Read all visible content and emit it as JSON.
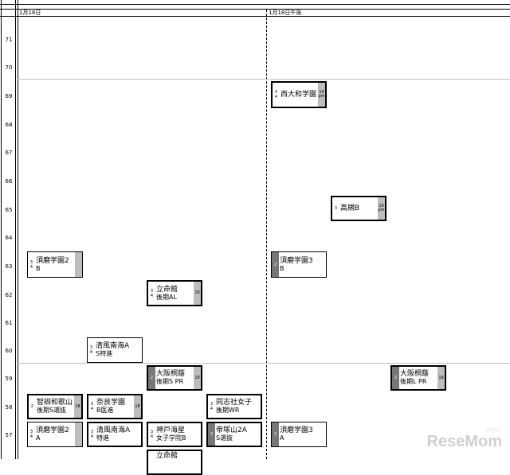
{
  "headers": {
    "left": "1月18日",
    "right": "1月18日午後"
  },
  "rows": [
    "71",
    "70",
    "69",
    "68",
    "67",
    "66",
    "65",
    "64",
    "63",
    "62",
    "61",
    "60",
    "59",
    "58",
    "57"
  ],
  "cards": [
    {
      "id": "c1",
      "l1": "西大和学園",
      "l2": "",
      "left": [
        "3",
        "4"
      ],
      "right": [
        "19",
        "pm"
      ]
    },
    {
      "id": "c2",
      "l1": "高槻B",
      "l2": "",
      "left": [
        "3"
      ],
      "right": [
        "19",
        "pm"
      ]
    },
    {
      "id": "c3",
      "l1": "須磨学園2",
      "l2": "B",
      "left": [
        "3",
        "4"
      ],
      "right": []
    },
    {
      "id": "c4",
      "l1": "須磨学園3",
      "l2": "B",
      "left": [
        "2"
      ],
      "right": []
    },
    {
      "id": "c5",
      "l1": "立命館",
      "l2": "後期AL",
      "left": [
        "3",
        "4"
      ],
      "right": [
        "18"
      ]
    },
    {
      "id": "c6",
      "l1": "清風南海A",
      "l2": "S特進",
      "left": [
        "3",
        "4"
      ],
      "right": []
    },
    {
      "id": "c7",
      "l1": "大阪桐蔭",
      "l2": "後期S PR",
      "left": [
        "2"
      ],
      "right": [
        "18"
      ]
    },
    {
      "id": "c8",
      "l1": "大阪桐蔭",
      "l2": "後期L PR",
      "left": [
        "2"
      ],
      "right": [
        "18"
      ]
    },
    {
      "id": "c9",
      "l1": "智辯和歌山",
      "l2": "後期S選抜",
      "left": [
        "2"
      ],
      "right": [
        "18"
      ]
    },
    {
      "id": "c10",
      "l1": "奈良学園",
      "l2": "B医進",
      "left": [
        "3",
        "4"
      ],
      "right": [
        "18"
      ]
    },
    {
      "id": "c11",
      "l1": "同志社女子",
      "l2": "後期WR",
      "left": [
        "3",
        "4"
      ],
      "right": []
    },
    {
      "id": "c12",
      "l1": "須磨学園2",
      "l2": "A",
      "left": [
        "3",
        "4"
      ],
      "right": []
    },
    {
      "id": "c13",
      "l1": "清風南海A",
      "l2": "特進",
      "left": [
        "3",
        "4"
      ],
      "right": []
    },
    {
      "id": "c14",
      "l1": "神戸海星",
      "l2": "女子学院B",
      "left": [
        "3",
        "4"
      ],
      "right": []
    },
    {
      "id": "c15",
      "l1": "帝塚山2A",
      "l2": "S選抜",
      "left": [
        "3"
      ],
      "right": []
    },
    {
      "id": "c16",
      "l1": "須磨学園3",
      "l2": "A",
      "left": [
        "2"
      ],
      "right": []
    },
    {
      "id": "c17",
      "l1": "立命館",
      "l2": "",
      "left": [],
      "right": []
    }
  ],
  "logo": {
    "text": "ReseMom",
    "small": "リセマム"
  }
}
